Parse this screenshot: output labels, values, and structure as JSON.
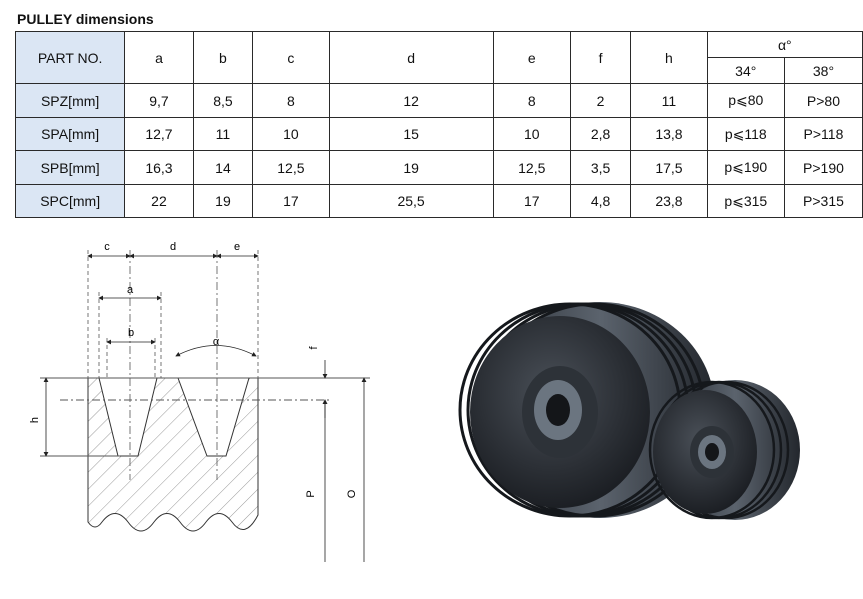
{
  "title": "PULLEY dimensions",
  "table": {
    "headers": {
      "part_no": "PART NO.",
      "a": "a",
      "b": "b",
      "c": "c",
      "d": "d",
      "e": "e",
      "f": "f",
      "h": "h",
      "alpha": "α°",
      "alpha_34": "34°",
      "alpha_38": "38°"
    },
    "rows": [
      {
        "part": "SPZ[mm]",
        "a": "9,7",
        "b": "8,5",
        "c": "8",
        "d": "12",
        "e": "8",
        "f": "2",
        "h": "11",
        "a34": "p⩽80",
        "a38": "P>80"
      },
      {
        "part": "SPA[mm]",
        "a": "12,7",
        "b": "11",
        "c": "10",
        "d": "15",
        "e": "10",
        "f": "2,8",
        "h": "13,8",
        "a34": "p⩽118",
        "a38": "P>118"
      },
      {
        "part": "SPB[mm]",
        "a": "16,3",
        "b": "14",
        "c": "12,5",
        "d": "19",
        "e": "12,5",
        "f": "3,5",
        "h": "17,5",
        "a34": "p⩽190",
        "a38": "P>190"
      },
      {
        "part": "SPC[mm]",
        "a": "22",
        "b": "19",
        "c": "17",
        "d": "25,5",
        "e": "17",
        "f": "4,8",
        "h": "23,8",
        "a34": "p⩽315",
        "a38": "P>315"
      }
    ]
  },
  "drawing": {
    "labels": {
      "c": "c",
      "d": "d",
      "e": "e",
      "a": "a",
      "b": "b",
      "alpha": "α",
      "f": "f",
      "h": "h",
      "p": "P",
      "o": "O"
    }
  }
}
